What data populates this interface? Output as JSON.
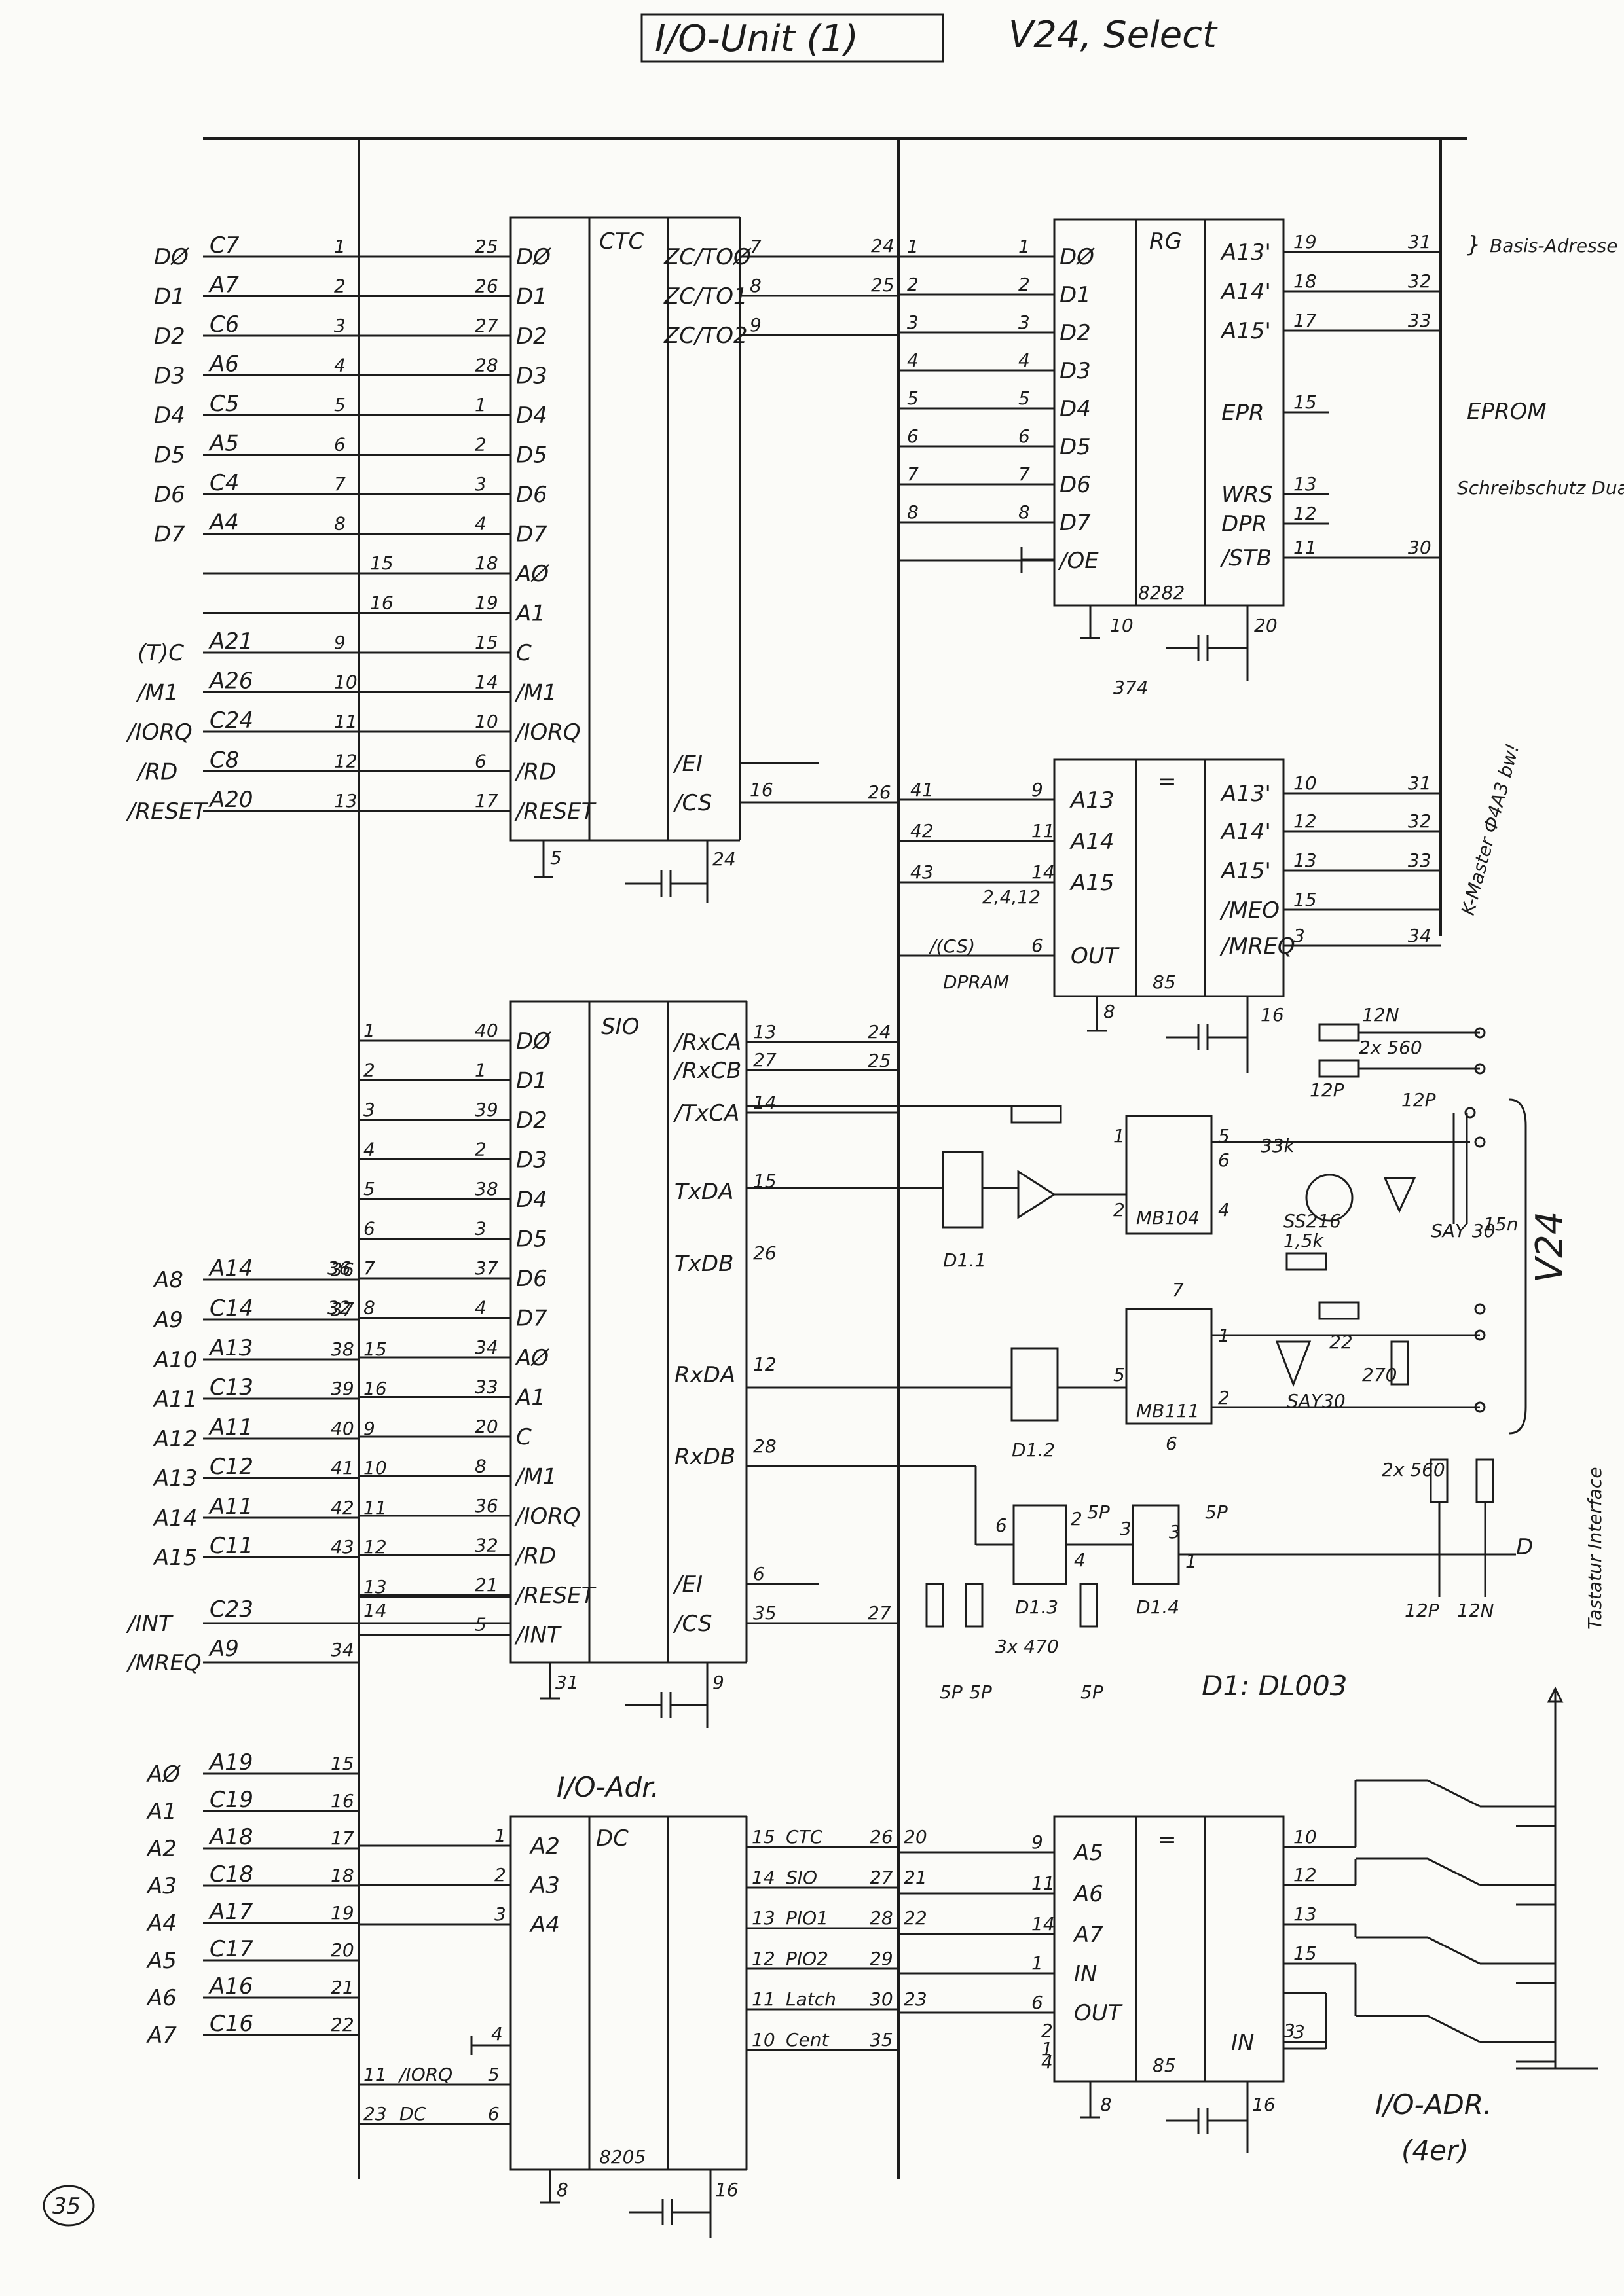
{
  "header": {
    "title": "I/O-Unit (1)",
    "subtitle": "V24, Select",
    "page_number": "35"
  },
  "chips": {
    "ctc": {
      "name": "CTC",
      "left_pins": [
        {
          "n": "25",
          "label": "DØ"
        },
        {
          "n": "26",
          "label": "D1"
        },
        {
          "n": "27",
          "label": "D2"
        },
        {
          "n": "28",
          "label": "D3"
        },
        {
          "n": "1",
          "label": "D4"
        },
        {
          "n": "2",
          "label": "D5"
        },
        {
          "n": "3",
          "label": "D6"
        },
        {
          "n": "4",
          "label": "D7"
        },
        {
          "n": "18",
          "label": "AØ"
        },
        {
          "n": "19",
          "label": "A1"
        },
        {
          "n": "15",
          "label": "C"
        },
        {
          "n": "14",
          "label": "/M1"
        },
        {
          "n": "10",
          "label": "/IORQ"
        },
        {
          "n": "6",
          "label": "/RD"
        },
        {
          "n": "17",
          "label": "/RESET"
        }
      ],
      "right_pins": [
        {
          "n": "7",
          "label": "ZC/TOØ"
        },
        {
          "n": "8",
          "label": "ZC/TO1"
        },
        {
          "n": "9",
          "label": "ZC/TO2"
        },
        {
          "n": "",
          "label": "/EI"
        },
        {
          "n": "16",
          "label": "/CS"
        }
      ],
      "gnd": "5",
      "vcc": "24"
    },
    "rg": {
      "name": "RG",
      "part": "8282",
      "left_pins": [
        {
          "n": "1",
          "label": "DØ"
        },
        {
          "n": "2",
          "label": "D1"
        },
        {
          "n": "3",
          "label": "D2"
        },
        {
          "n": "4",
          "label": "D3"
        },
        {
          "n": "5",
          "label": "D4"
        },
        {
          "n": "6",
          "label": "D5"
        },
        {
          "n": "7",
          "label": "D6"
        },
        {
          "n": "8",
          "label": "D7"
        },
        {
          "n": "",
          "label": "/OE"
        }
      ],
      "right_pins": [
        {
          "n": "19",
          "label": "A13'"
        },
        {
          "n": "18",
          "label": "A14'"
        },
        {
          "n": "17",
          "label": "A15'"
        },
        {
          "n": "15",
          "label": "EPR"
        },
        {
          "n": "13",
          "label": "WRS"
        },
        {
          "n": "12",
          "label": "DPR"
        },
        {
          "n": "11",
          "label": "/STB"
        }
      ],
      "gnd": "10",
      "vcc": "20",
      "cap_label": "374"
    },
    "cmp1": {
      "name": "=",
      "part": "85",
      "left_pins": [
        {
          "n": "9",
          "label": "A13"
        },
        {
          "n": "11",
          "label": "A14"
        },
        {
          "n": "14",
          "label": "A15"
        },
        {
          "n": "6",
          "label": "OUT"
        }
      ],
      "right_pins": [
        {
          "n": "10",
          "label": "A13'"
        },
        {
          "n": "12",
          "label": "A14'"
        },
        {
          "n": "13",
          "label": "A15'"
        },
        {
          "n": "15",
          "label": "/MEO"
        },
        {
          "n": "3",
          "label": "/MREQ"
        }
      ],
      "gnd": "8",
      "vcc": "16"
    },
    "sio": {
      "name": "SIO",
      "left_pins": [
        {
          "n": "40",
          "label": "DØ"
        },
        {
          "n": "1",
          "label": "D1"
        },
        {
          "n": "39",
          "label": "D2"
        },
        {
          "n": "2",
          "label": "D3"
        },
        {
          "n": "38",
          "label": "D4"
        },
        {
          "n": "3",
          "label": "D5"
        },
        {
          "n": "37",
          "label": "D6"
        },
        {
          "n": "4",
          "label": "D7"
        },
        {
          "n": "34",
          "label": "AØ"
        },
        {
          "n": "33",
          "label": "A1"
        },
        {
          "n": "20",
          "label": "C"
        },
        {
          "n": "8",
          "label": "/M1"
        },
        {
          "n": "36",
          "label": "/IORQ"
        },
        {
          "n": "32",
          "label": "/RD"
        },
        {
          "n": "21",
          "label": "/RESET"
        },
        {
          "n": "5",
          "label": "/INT"
        }
      ],
      "right_pins": [
        {
          "n": "13",
          "label": "/RxCA"
        },
        {
          "n": "27",
          "label": "/RxCB"
        },
        {
          "n": "14",
          "label": "/TxCA"
        },
        {
          "n": "15",
          "label": "TxDA"
        },
        {
          "n": "26",
          "label": "TxDB"
        },
        {
          "n": "12",
          "label": "RxDA"
        },
        {
          "n": "28",
          "label": "RxDB"
        },
        {
          "n": "6",
          "label": "/EI"
        },
        {
          "n": "35",
          "label": "/CS"
        }
      ],
      "gnd": "31",
      "vcc": "9"
    },
    "dc": {
      "name": "DC",
      "part": "8205",
      "heading": "I/O-Adr.",
      "left_pins": [
        {
          "n": "1",
          "label": "A2"
        },
        {
          "n": "2",
          "label": "A3"
        },
        {
          "n": "3",
          "label": "A4"
        }
      ],
      "right_pins": [
        {
          "n": "15",
          "label": "CTC",
          "to": "26"
        },
        {
          "n": "14",
          "label": "SIO",
          "to": "27"
        },
        {
          "n": "13",
          "label": "PIO1",
          "to": "28"
        },
        {
          "n": "12",
          "label": "PIO2",
          "to": "29"
        },
        {
          "n": "11",
          "label": "Latch",
          "to": "30"
        },
        {
          "n": "10",
          "label": "Cent",
          "to": "35"
        }
      ],
      "gnd": "8",
      "vcc": "16"
    },
    "cmp2": {
      "name": "=",
      "part": "85",
      "left_pins": [
        {
          "n": "9",
          "label": "A5"
        },
        {
          "n": "11",
          "label": "A6"
        },
        {
          "n": "14",
          "label": "A7"
        },
        {
          "n": "1",
          "label": "IN"
        },
        {
          "n": "6",
          "label": "OUT"
        }
      ],
      "right_pins": [
        {
          "n": "10",
          "label": ""
        },
        {
          "n": "12",
          "label": ""
        },
        {
          "n": "13",
          "label": ""
        },
        {
          "n": "15",
          "label": ""
        },
        {
          "n": "3",
          "label": "IN"
        }
      ],
      "gnd": "8",
      "vcc": "16"
    }
  },
  "bus_left": {
    "ctc_data": [
      {
        "sig": "DØ",
        "bus": "C7",
        "n": "1"
      },
      {
        "sig": "D1",
        "bus": "A7",
        "n": "2"
      },
      {
        "sig": "D2",
        "bus": "C6",
        "n": "3"
      },
      {
        "sig": "D3",
        "bus": "A6",
        "n": "4"
      },
      {
        "sig": "D4",
        "bus": "C5",
        "n": "5"
      },
      {
        "sig": "D5",
        "bus": "A5",
        "n": "6"
      },
      {
        "sig": "D6",
        "bus": "C4",
        "n": "7"
      },
      {
        "sig": "D7",
        "bus": "A4",
        "n": "8"
      }
    ],
    "ctc_addr": [
      {
        "n": "15"
      },
      {
        "n": "16"
      }
    ],
    "ctc_ctrl": [
      {
        "sig": "(T)C",
        "bus": "A21",
        "n": "9"
      },
      {
        "sig": "/M1",
        "bus": "A26",
        "n": "10"
      },
      {
        "sig": "/IORQ",
        "bus": "C24",
        "n": "11"
      },
      {
        "sig": "/RD",
        "bus": "C8",
        "n": "12"
      },
      {
        "sig": "/RESET",
        "bus": "A20",
        "n": "13"
      }
    ],
    "sio_data": [
      "1",
      "2",
      "3",
      "4",
      "5",
      "6",
      "7",
      "8"
    ],
    "sio_data_bus": [
      "",
      "",
      "",
      "",
      "",
      "",
      "36",
      "32"
    ],
    "sio_addr": [
      {
        "sig": "A8",
        "bus": "A14",
        "n": "36"
      },
      {
        "sig": "A9",
        "bus": "C14",
        "n": "37"
      },
      {
        "sig": "A10",
        "bus": "A13",
        "n": "38",
        "m": "15"
      },
      {
        "sig": "A11",
        "bus": "C13",
        "n": "39",
        "m": "16"
      },
      {
        "sig": "A12",
        "bus": "A11",
        "n": "40",
        "m": "9"
      },
      {
        "sig": "A13",
        "bus": "C12",
        "n": "41",
        "m": "10"
      },
      {
        "sig": "A14",
        "bus": "A11",
        "n": "42",
        "m": "11"
      },
      {
        "sig": "A15",
        "bus": "C11",
        "n": "43",
        "m": "12"
      }
    ],
    "sio_misc": [
      {
        "n": "13"
      },
      {
        "sig": "/INT",
        "bus": "C23",
        "n": "14"
      },
      {
        "sig": "/MREQ",
        "bus": "A9",
        "n": "34"
      }
    ],
    "dc_addr": [
      {
        "sig": "AØ",
        "bus": "A19",
        "n": "15"
      },
      {
        "sig": "A1",
        "bus": "C19",
        "n": "16"
      },
      {
        "sig": "A2",
        "bus": "A18",
        "n": "17"
      },
      {
        "sig": "A3",
        "bus": "C18",
        "n": "18"
      },
      {
        "sig": "A4",
        "bus": "A17",
        "n": "19"
      },
      {
        "sig": "A5",
        "bus": "C17",
        "n": "20"
      },
      {
        "sig": "A6",
        "bus": "A16",
        "n": "21"
      },
      {
        "sig": "A7",
        "bus": "C16",
        "n": "22"
      }
    ],
    "dc_ctrl": [
      {
        "sig": "/IORQ",
        "n": "11",
        "pin": "5"
      },
      {
        "sig": "DC",
        "n": "23",
        "pin": "6"
      }
    ]
  },
  "bus_mid": {
    "ctc_to": [
      "24",
      "25"
    ],
    "rg_from": [
      "1",
      "2",
      "3",
      "4",
      "5",
      "6",
      "7",
      "8"
    ],
    "cmp1_from": [
      "41",
      "42",
      "43"
    ],
    "cmp1_cs": "26",
    "cmp1_misc": [
      "2,4,12",
      "/(CS)",
      "DPRAM"
    ],
    "sio_to": [
      "24",
      "25"
    ],
    "sio_cs": "27",
    "dc_to": [
      "20",
      "21",
      "22",
      "23"
    ]
  },
  "bus_right": {
    "rg_to": [
      "31",
      "32",
      "33",
      "30"
    ],
    "cmp1_to": [
      "31",
      "32",
      "33",
      "34"
    ]
  },
  "annotations": {
    "basis": "Basis-Adresse DPRAM",
    "eprom": "EPROM",
    "schreib": "Schreibschutz Dual-Port-RAM",
    "kmaster": "K-Master Ф4A3 bw!",
    "v24": "V24",
    "tastatur": "Tastatur Interface",
    "io_adr": "I/O-ADR.",
    "io_4er": "(4er)",
    "d1_type": "D1: DL003",
    "d": "D"
  },
  "components": {
    "ic_labels": [
      "MB104",
      "MB111",
      "D1.1",
      "D1.2",
      "D1.3",
      "D1.4"
    ],
    "values": [
      "12N",
      "2x 560",
      "12P",
      "12P",
      "33k",
      "SS216",
      "1,5k",
      "SAY 30",
      "15n",
      "22",
      "270",
      "SAY30",
      "2x 560",
      "3x 470",
      "5P",
      "5P",
      "5P",
      "12P",
      "12N",
      "5P",
      "5P"
    ],
    "pins": [
      "1",
      "2",
      "5",
      "6",
      "4",
      "7",
      "1",
      "2",
      "5",
      "6",
      "6",
      "3",
      "4",
      "2",
      "3",
      "1",
      "3",
      "2",
      "1",
      "4"
    ]
  }
}
